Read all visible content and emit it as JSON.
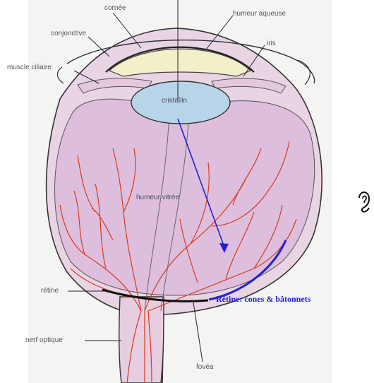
{
  "labels": {
    "cornee": "cornée",
    "humeur_aqueuse": "humeur aqueuse",
    "conjonctive": "conjonctive",
    "iris": "iris",
    "muscle_ciliaire": "muscle ciliaire",
    "cristallin": "cristallin",
    "humeur_vitree": "humeur vitrée",
    "retine": "rétine",
    "nerf_optique": "nerf optique",
    "fovea": "fovéa"
  },
  "annotation": {
    "text": "Rétine: cones & bâtonnets",
    "color": "#2222cc"
  },
  "colors": {
    "vitreous": "#ddbfdd",
    "lens": "#b8d4e8",
    "cornea_fill": "#f2f0c8",
    "vessels": "#d83a1e",
    "retina_line": "#111111",
    "annotation": "#2222cc"
  },
  "icons": {
    "ear": "ear-icon"
  }
}
